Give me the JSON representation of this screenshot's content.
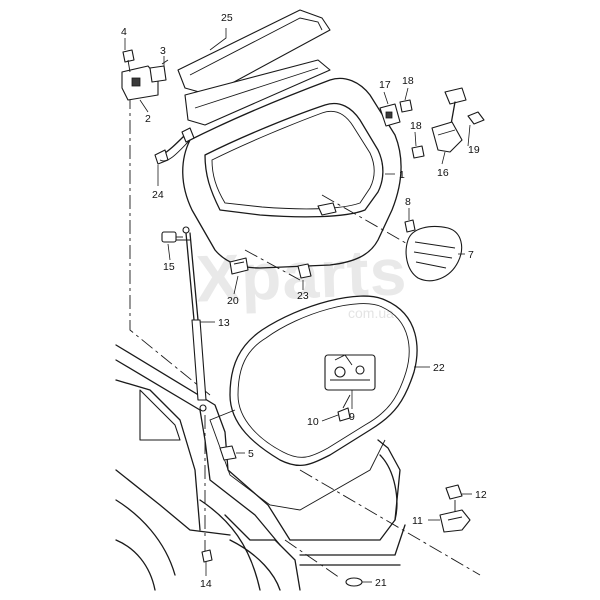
{
  "watermark": {
    "brand": "Xparts",
    "domain": "com.ua"
  },
  "labels": {
    "p1": "1",
    "p2": "2",
    "p3": "3",
    "p4": "4",
    "p5": "5",
    "p7": "7",
    "p8": "8",
    "p9": "9",
    "p10": "10",
    "p11": "11",
    "p12": "12",
    "p13": "13",
    "p14": "14",
    "p15": "15",
    "p16": "16",
    "p17": "17",
    "p18a": "18",
    "p18b": "18",
    "p19": "19",
    "p20": "20",
    "p21": "21",
    "p22": "22",
    "p23": "23",
    "p24": "24",
    "p25": "25"
  }
}
